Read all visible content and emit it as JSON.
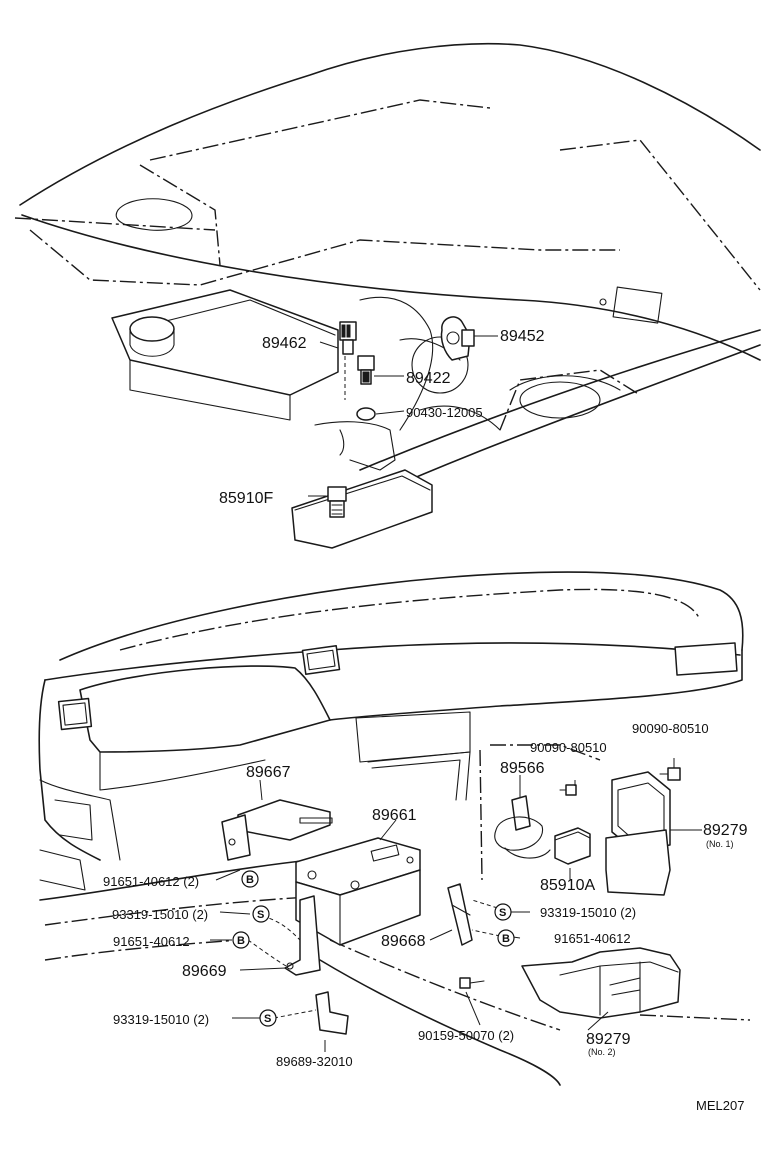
{
  "diagram_id": "MEL207",
  "parts": {
    "p89462": "89462",
    "p89452": "89452",
    "p89422": "89422",
    "p90430": "90430-12005",
    "p85910F": "85910F",
    "p89667": "89667",
    "p89661": "89661",
    "p89566": "89566",
    "p90090a": "90090-80510",
    "p90090b": "90090-80510",
    "p89279a": "89279",
    "p89279a_note": "(No. 1)",
    "p85910A": "85910A",
    "p91651a": "91651-40612 (2)",
    "p93319a": "93319-15010 (2)",
    "p91651b": "91651-40612",
    "p89669": "89669",
    "p89668": "89668",
    "p93319b": "93319-15010 (2)",
    "p91651c": "91651-40612",
    "p93319c": "93319-15010 (2)",
    "p89689": "89689-32010",
    "p90159": "90159-50070 (2)",
    "p89279b": "89279",
    "p89279b_note": "(No. 2)"
  },
  "symbols": {
    "bolt": "B",
    "screw": "S"
  }
}
